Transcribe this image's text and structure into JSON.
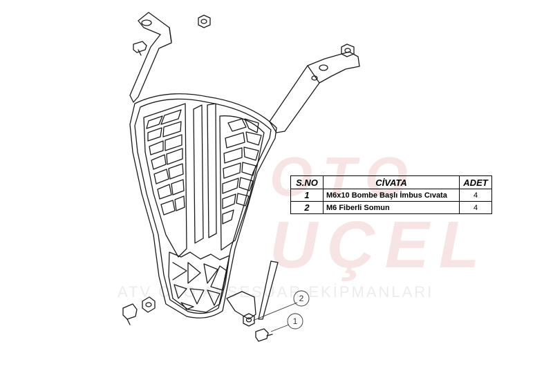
{
  "watermark": {
    "brand_top": "OTO",
    "brand_main": "UÇEL",
    "tagline": "ATV OTO AKSESUAR EKİPMANLARI"
  },
  "bom_table": {
    "headers": [
      "S.NO",
      "CİVATA",
      "ADET"
    ],
    "rows": [
      {
        "sno": "1",
        "desc": "M6x10 Bombe Başlı İmbus Cıvata",
        "qty": "4"
      },
      {
        "sno": "2",
        "desc": "M6 Fiberli Somun",
        "qty": "4"
      }
    ]
  },
  "callouts": [
    {
      "num": "2"
    },
    {
      "num": "1"
    }
  ],
  "colors": {
    "line": "#1a1a1a",
    "watermark": "#f7e4e4"
  }
}
